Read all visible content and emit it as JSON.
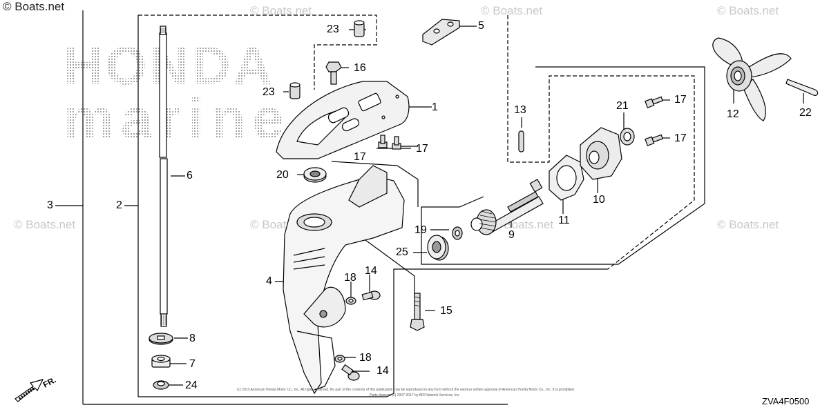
{
  "watermark": {
    "top_left": "© Boats.net",
    "repeat": "© Boats.net"
  },
  "brand": {
    "line1": "HONDA",
    "line2": "marine"
  },
  "diagram_id": "ZVA4F0500",
  "front_indicator": "FR.",
  "copyright_notice": "(c) 2013 American Honda Motor Co., Inc. All rights reserved. No part of the contents of this publication may be reproduced in any form without the express written approval of American Honda Motor Co., Inc. It is prohibited",
  "copyright_notice2": "Parts diagram (c) 2007-2017 by ARI Network Services, Inc.",
  "callouts": {
    "c1": "1",
    "c2": "2",
    "c3": "3",
    "c4": "4",
    "c5": "5",
    "c6": "6",
    "c7": "7",
    "c8": "8",
    "c9": "9",
    "c10": "10",
    "c11": "11",
    "c12": "12",
    "c13": "13",
    "c14a": "14",
    "c14b": "14",
    "c15": "15",
    "c16": "16",
    "c17a": "17",
    "c17b": "17",
    "c17c": "17",
    "c17d": "17",
    "c18a": "18",
    "c18b": "18",
    "c19": "19",
    "c20": "20",
    "c21": "21",
    "c22": "22",
    "c23a": "23",
    "c23b": "23",
    "c24": "24",
    "c25": "25"
  }
}
